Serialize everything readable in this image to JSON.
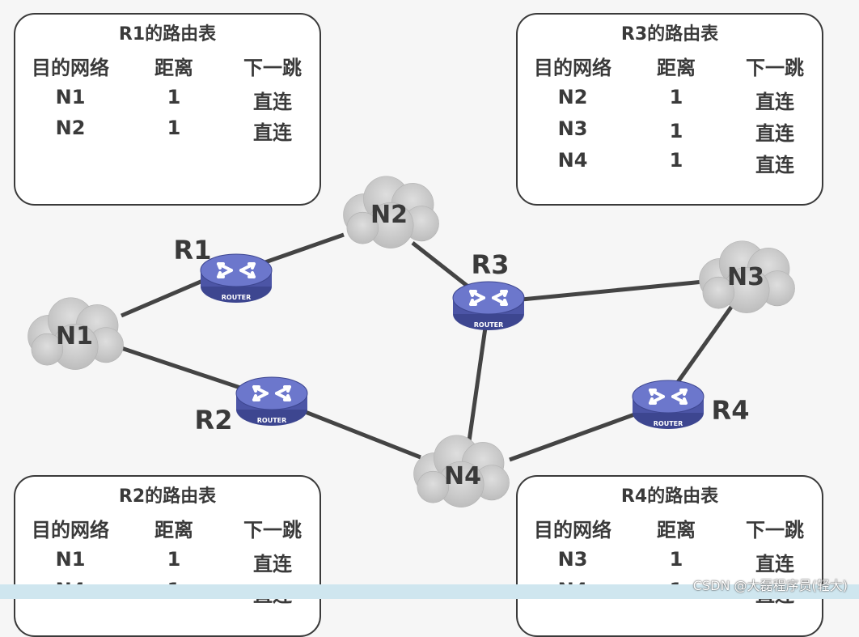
{
  "tables": {
    "r1": {
      "title": "R1的路由表",
      "headers": [
        "目的网络",
        "距离",
        "下一跳"
      ],
      "rows": [
        [
          "N1",
          "1",
          "直连"
        ],
        [
          "N2",
          "1",
          "直连"
        ]
      ]
    },
    "r3": {
      "title": "R3的路由表",
      "headers": [
        "目的网络",
        "距离",
        "下一跳"
      ],
      "rows": [
        [
          "N2",
          "1",
          "直连"
        ],
        [
          "N3",
          "1",
          "直连"
        ],
        [
          "N4",
          "1",
          "直连"
        ]
      ]
    },
    "r2": {
      "title": "R2的路由表",
      "headers": [
        "目的网络",
        "距离",
        "下一跳"
      ],
      "rows": [
        [
          "N1",
          "1",
          "直连"
        ],
        [
          "N4",
          "1",
          "直连"
        ]
      ]
    },
    "r4": {
      "title": "R4的路由表",
      "headers": [
        "目的网络",
        "距离",
        "下一跳"
      ],
      "rows": [
        [
          "N3",
          "1",
          "直连"
        ],
        [
          "N4",
          "1",
          "直连"
        ]
      ]
    }
  },
  "routers": {
    "r1": {
      "name": "R1",
      "badge": "ROUTER"
    },
    "r2": {
      "name": "R2",
      "badge": "ROUTER"
    },
    "r3": {
      "name": "R3",
      "badge": "ROUTER"
    },
    "r4": {
      "name": "R4",
      "badge": "ROUTER"
    }
  },
  "networks": {
    "n1": {
      "name": "N1"
    },
    "n2": {
      "name": "N2"
    },
    "n3": {
      "name": "N3"
    },
    "n4": {
      "name": "N4"
    }
  },
  "colors": {
    "router_body": "#5a64b8",
    "router_top": "#6c77cc",
    "cloud": "#cccccc",
    "link": "#444444",
    "text": "#3a3a3a"
  },
  "watermark": "CSDN @大磊程序员(轻大)"
}
